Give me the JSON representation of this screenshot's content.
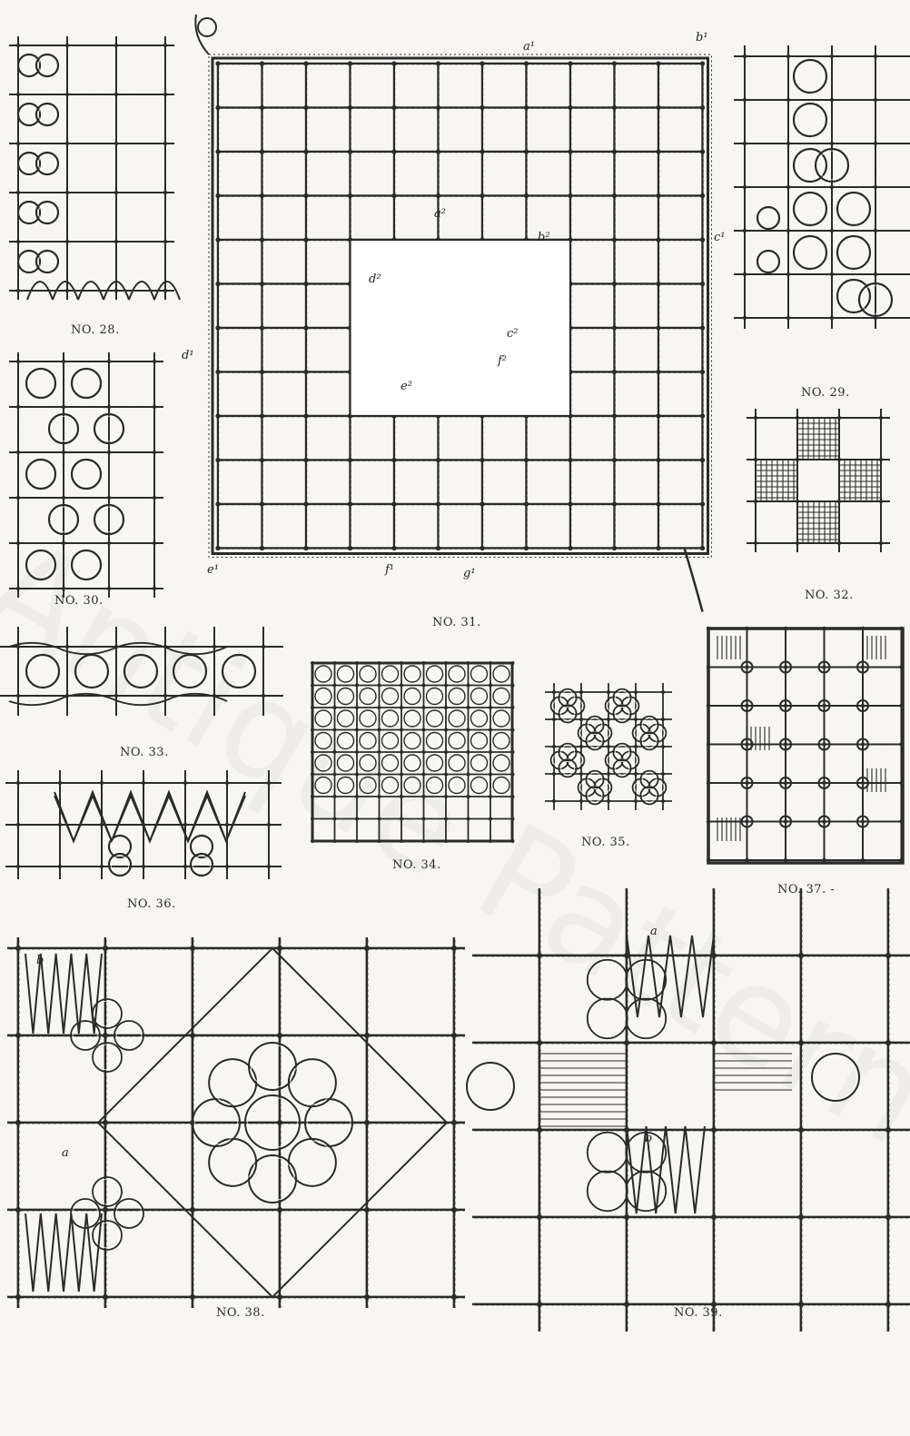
{
  "colors": {
    "paper": "#f7f6f2",
    "ink": "#2b2b2b",
    "hole": "#ffffff"
  },
  "watermark": "Antique Pattern Library",
  "figures": [
    {
      "id": "28",
      "caption": "NO. 28."
    },
    {
      "id": "29",
      "caption": "NO. 29."
    },
    {
      "id": "30",
      "caption": "NO. 30."
    },
    {
      "id": "31",
      "caption": "NO. 31.",
      "letters": [
        "a¹",
        "b¹",
        "a²",
        "b²",
        "c¹",
        "d²",
        "c²",
        "d¹",
        "e²",
        "f²",
        "e¹",
        "f¹",
        "g¹"
      ]
    },
    {
      "id": "32",
      "caption": "NO. 32."
    },
    {
      "id": "33",
      "caption": "NO. 33."
    },
    {
      "id": "34",
      "caption": "NO. 34."
    },
    {
      "id": "35",
      "caption": "NO. 35."
    },
    {
      "id": "36",
      "caption": "NO. 36."
    },
    {
      "id": "37",
      "caption": "NO. 37. -"
    },
    {
      "id": "38",
      "caption": "NO. 38.",
      "letters": [
        "b",
        "a"
      ]
    },
    {
      "id": "39",
      "caption": "NO. 39.",
      "letters": [
        "a",
        "b"
      ]
    }
  ]
}
